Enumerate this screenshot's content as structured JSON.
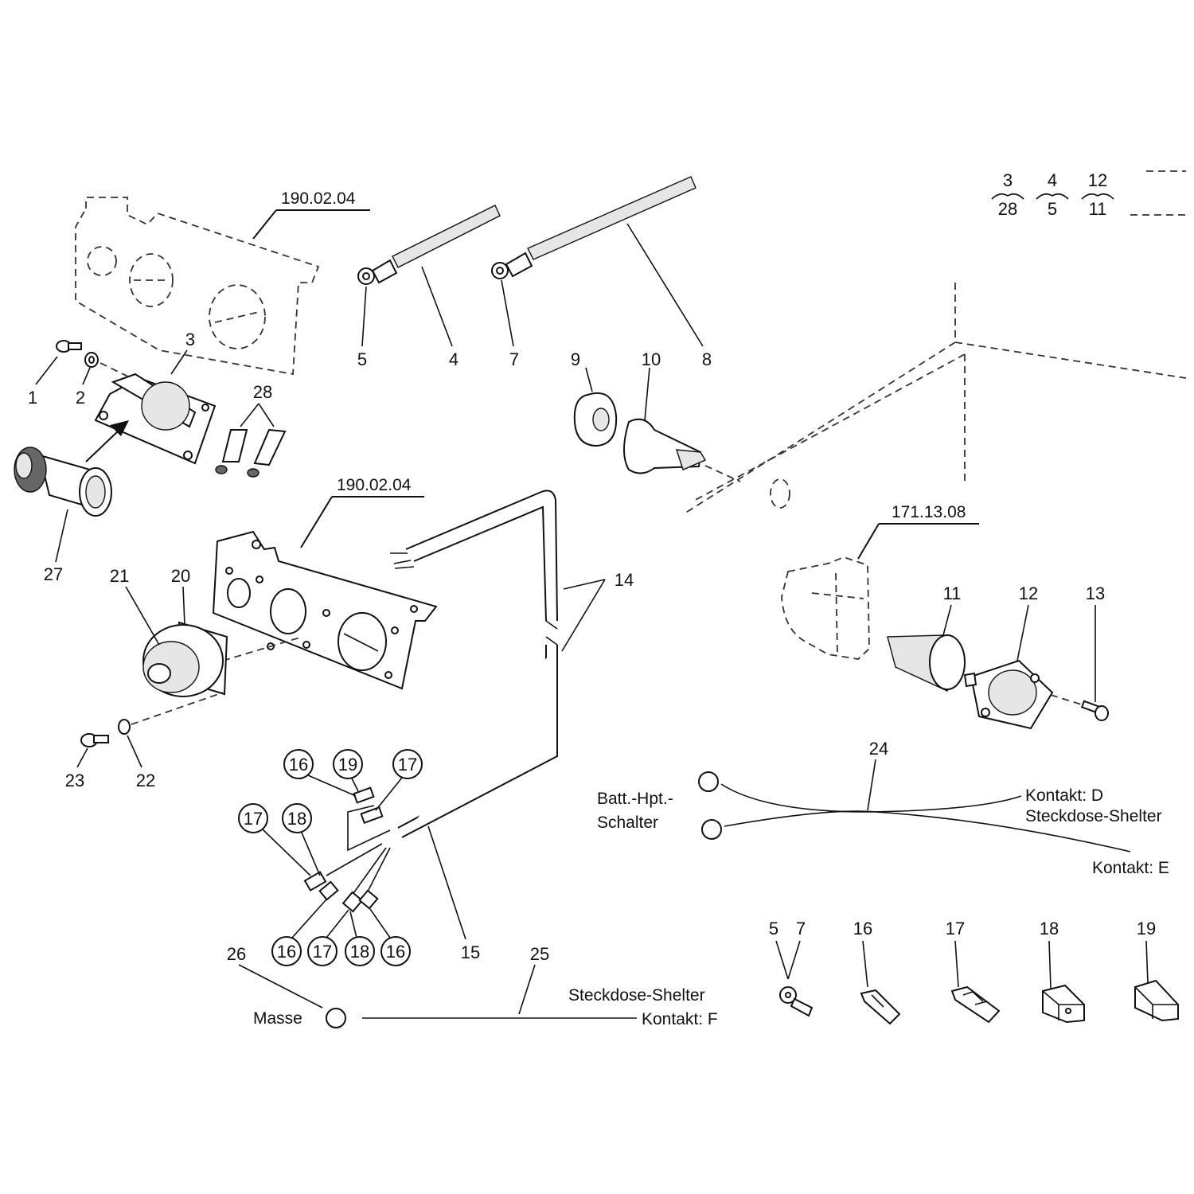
{
  "refs": {
    "top_assembly": "190.02.04",
    "panel_assembly": "190.02.04",
    "socket_assembly": "171.13.08"
  },
  "fractions": [
    {
      "top": "3",
      "bottom": "28"
    },
    {
      "top": "4",
      "bottom": "5"
    },
    {
      "top": "12",
      "bottom": "11"
    }
  ],
  "callouts": {
    "p1": "1",
    "p2": "2",
    "p3": "3",
    "p4": "4",
    "p5": "5",
    "p7": "7",
    "p8": "8",
    "p9": "9",
    "p10": "10",
    "p11": "11",
    "p12": "12",
    "p13": "13",
    "p14": "14",
    "p15": "15",
    "p20": "20",
    "p21": "21",
    "p22": "22",
    "p23": "23",
    "p24": "24",
    "p25": "25",
    "p26": "26",
    "p27": "27",
    "p28": "28"
  },
  "circled": {
    "c16a": "16",
    "c19": "19",
    "c17a": "17",
    "c17b": "17",
    "c18a": "18",
    "c16b": "16",
    "c17c": "17",
    "c18b": "18",
    "c16c": "16"
  },
  "wiring": {
    "batt_line1": "Batt.-Hpt.-",
    "batt_line2": "Schalter",
    "kontakt_d": "Kontakt: D",
    "steckdose_shelter_1": "Steckdose-Shelter",
    "kontakt_e": "Kontakt: E",
    "masse": "Masse",
    "steckdose_shelter_2": "Steckdose-Shelter",
    "kontakt_f": "Kontakt: F"
  },
  "legend": {
    "l5": "5",
    "l7": "7",
    "l16": "16",
    "l17": "17",
    "l18": "18",
    "l19": "19"
  }
}
